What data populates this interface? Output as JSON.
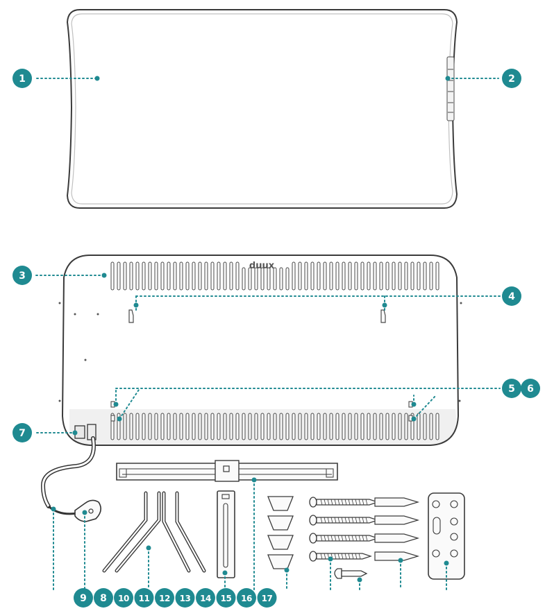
{
  "colors": {
    "accent": "#1f8a91",
    "line": "#3a3a3a",
    "fill_light": "#f1f1f1"
  },
  "brand_logo": "duux",
  "callouts": [
    {
      "id": "c1",
      "number": "1"
    },
    {
      "id": "c2",
      "number": "2"
    },
    {
      "id": "c3",
      "number": "3"
    },
    {
      "id": "c4",
      "number": "4"
    },
    {
      "id": "c5",
      "number": "5"
    },
    {
      "id": "c6",
      "number": "6"
    },
    {
      "id": "c7",
      "number": "7"
    },
    {
      "id": "c9",
      "number": "9"
    },
    {
      "id": "c8",
      "number": "8"
    },
    {
      "id": "c10",
      "number": "10"
    },
    {
      "id": "c11",
      "number": "11"
    },
    {
      "id": "c12",
      "number": "12"
    },
    {
      "id": "c13",
      "number": "13"
    },
    {
      "id": "c14",
      "number": "14"
    },
    {
      "id": "c15",
      "number": "15"
    },
    {
      "id": "c16",
      "number": "16"
    },
    {
      "id": "c17",
      "number": "17"
    }
  ]
}
